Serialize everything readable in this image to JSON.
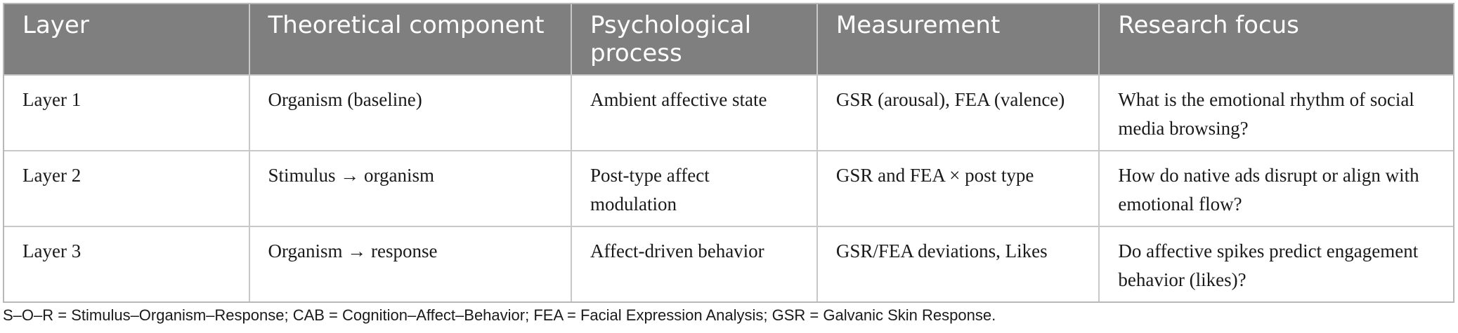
{
  "table": {
    "headers": [
      "Layer",
      "Theoretical component",
      "Psychological process",
      "Measurement",
      "Research focus"
    ],
    "rows": [
      [
        "Layer 1",
        "Organism (baseline)",
        "Ambient affective state",
        "GSR (arousal), FEA (valence)",
        "What is the emotional rhythm of social media browsing?"
      ],
      [
        "Layer 2",
        "Stimulus → organism",
        "Post-type affect modulation",
        "GSR and FEA × post type",
        "How do native ads disrupt or align with emotional flow?"
      ],
      [
        "Layer 3",
        "Organism → response",
        "Affect-driven behavior",
        "GSR/FEA deviations, Likes",
        "Do affective spikes predict engagement behavior (likes)?"
      ]
    ]
  },
  "footnote": "S–O–R = Stimulus–Organism–Response; CAB = Cognition–Affect–Behavior; FEA = Facial Expression Analysis; GSR = Galvanic Skin Response."
}
